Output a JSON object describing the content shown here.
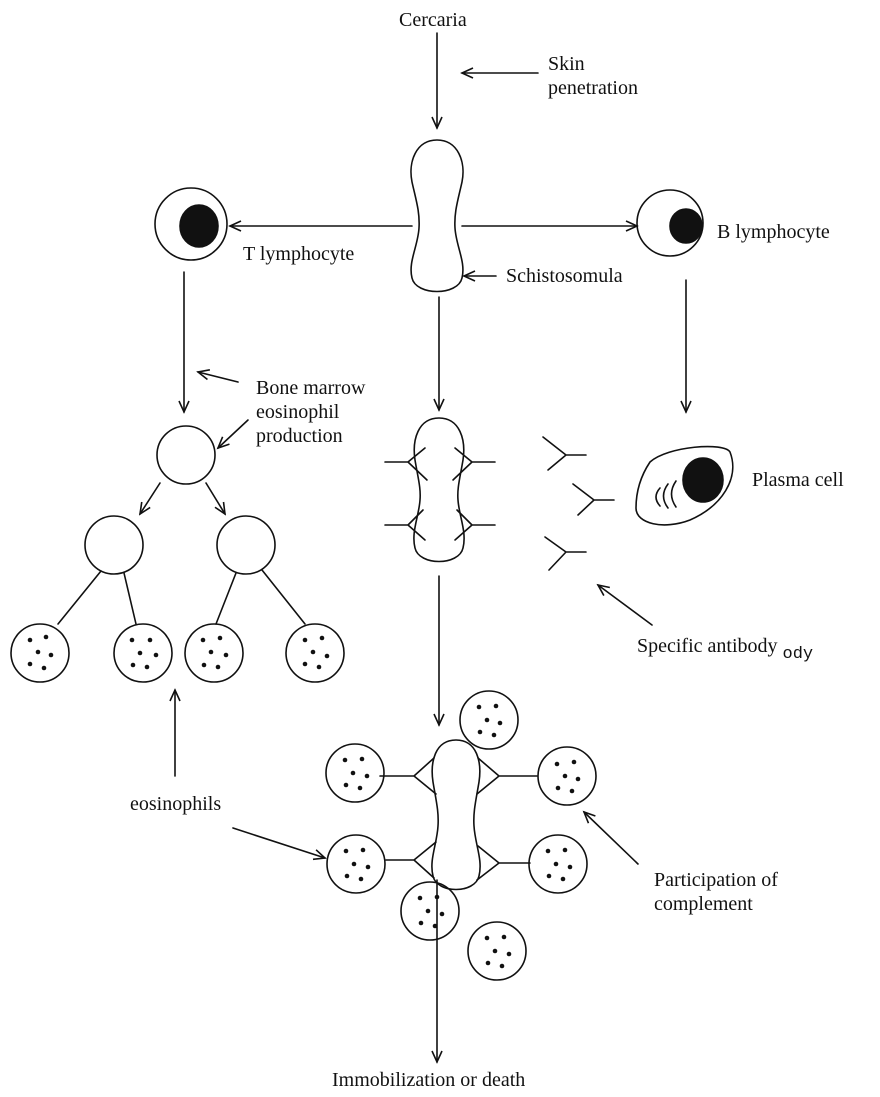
{
  "labels": {
    "cercaria": "Cercaria",
    "skin_penetration_1": "Skin",
    "skin_penetration_2": "penetration",
    "t_lymphocyte": "T lymphocyte",
    "b_lymphocyte": "B lymphocyte",
    "schistosomula": "Schistosomula",
    "bone_marrow_1": "Bone marrow",
    "bone_marrow_2": "eosinophil",
    "bone_marrow_3": "production",
    "plasma_cell": "Plasma cell",
    "specific_antibody": "Specific antibody",
    "specific_antibody_sub": "ody",
    "eosinophils": "eosinophils",
    "complement_1": "Participation of",
    "complement_2": "complement",
    "outcome": "Immobilization or death"
  },
  "colors": {
    "ink": "#111111",
    "background": "#ffffff"
  }
}
